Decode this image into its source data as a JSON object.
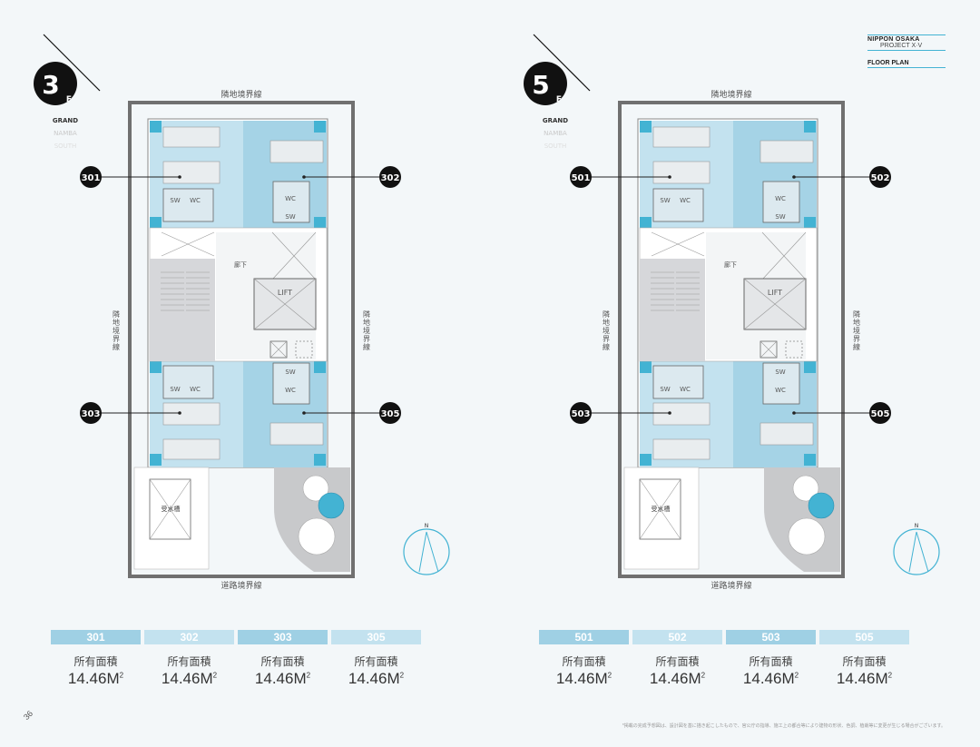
{
  "brand": {
    "line1": "NIPPON OSAKA",
    "line2": "PROJECT X·V",
    "line3": "FLOOR PLAN"
  },
  "neighborhood": {
    "grand": "GRAND",
    "namba": "NAMBA",
    "south": "SOUTH"
  },
  "boundary": {
    "top": "隣地境界線",
    "side": "隣地境界線",
    "bottom": "道路境界線"
  },
  "room_labels": {
    "corridor": "廊下",
    "lift": "LIFT",
    "shower": "SW",
    "toilet": "WC",
    "water_tank": "受水槽"
  },
  "compass": {
    "north": "N"
  },
  "floors": [
    {
      "number": "3",
      "unit_suffix": "F",
      "units": [
        "301",
        "302",
        "303",
        "305"
      ],
      "areas": [
        {
          "unit": "301",
          "label": "所有面積",
          "value": "14.46M",
          "sup": "2"
        },
        {
          "unit": "302",
          "label": "所有面積",
          "value": "14.46M",
          "sup": "2"
        },
        {
          "unit": "303",
          "label": "所有面積",
          "value": "14.46M",
          "sup": "2"
        },
        {
          "unit": "305",
          "label": "所有面積",
          "value": "14.46M",
          "sup": "2"
        }
      ]
    },
    {
      "number": "5",
      "unit_suffix": "F",
      "units": [
        "501",
        "502",
        "503",
        "505"
      ],
      "areas": [
        {
          "unit": "501",
          "label": "所有面積",
          "value": "14.46M",
          "sup": "2"
        },
        {
          "unit": "502",
          "label": "所有面積",
          "value": "14.46M",
          "sup": "2"
        },
        {
          "unit": "503",
          "label": "所有面積",
          "value": "14.46M",
          "sup": "2"
        },
        {
          "unit": "505",
          "label": "所有面積",
          "value": "14.46M",
          "sup": "2"
        }
      ]
    }
  ],
  "footnote": "*掲載の完成予想図は、設計図を基に描き起こしたもので、官公庁の指導、施工上の都合等により建物の形状、色調、植栽等に変更が生じる場合がございます。",
  "page_number": "36",
  "colors": {
    "accent": "#43b3d3",
    "room_light": "#c3e2ef",
    "room_mid": "#a5d3e6",
    "wall": "#707070",
    "dark": "#111111"
  }
}
